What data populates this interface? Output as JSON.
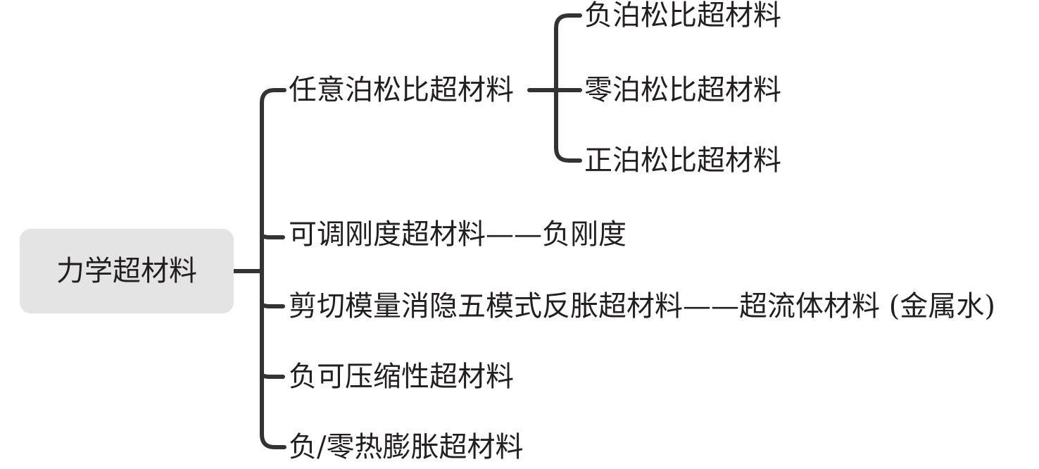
{
  "root": {
    "label": "力学超材料"
  },
  "branches": [
    {
      "label": "任意泊松比超材料",
      "children": [
        "负泊松比超材料",
        "零泊松比超材料",
        "正泊松比超材料"
      ]
    },
    {
      "label": "可调刚度超材料——负刚度"
    },
    {
      "label": "剪切模量消隐五模式反胀超材料——超流体材料 (金属水)"
    },
    {
      "label": "负可压缩性超材料"
    },
    {
      "label": "负/零热膨胀超材料"
    }
  ],
  "colors": {
    "line": "#333333",
    "root_fill": "#e4e4e4",
    "text": "#231f20"
  }
}
